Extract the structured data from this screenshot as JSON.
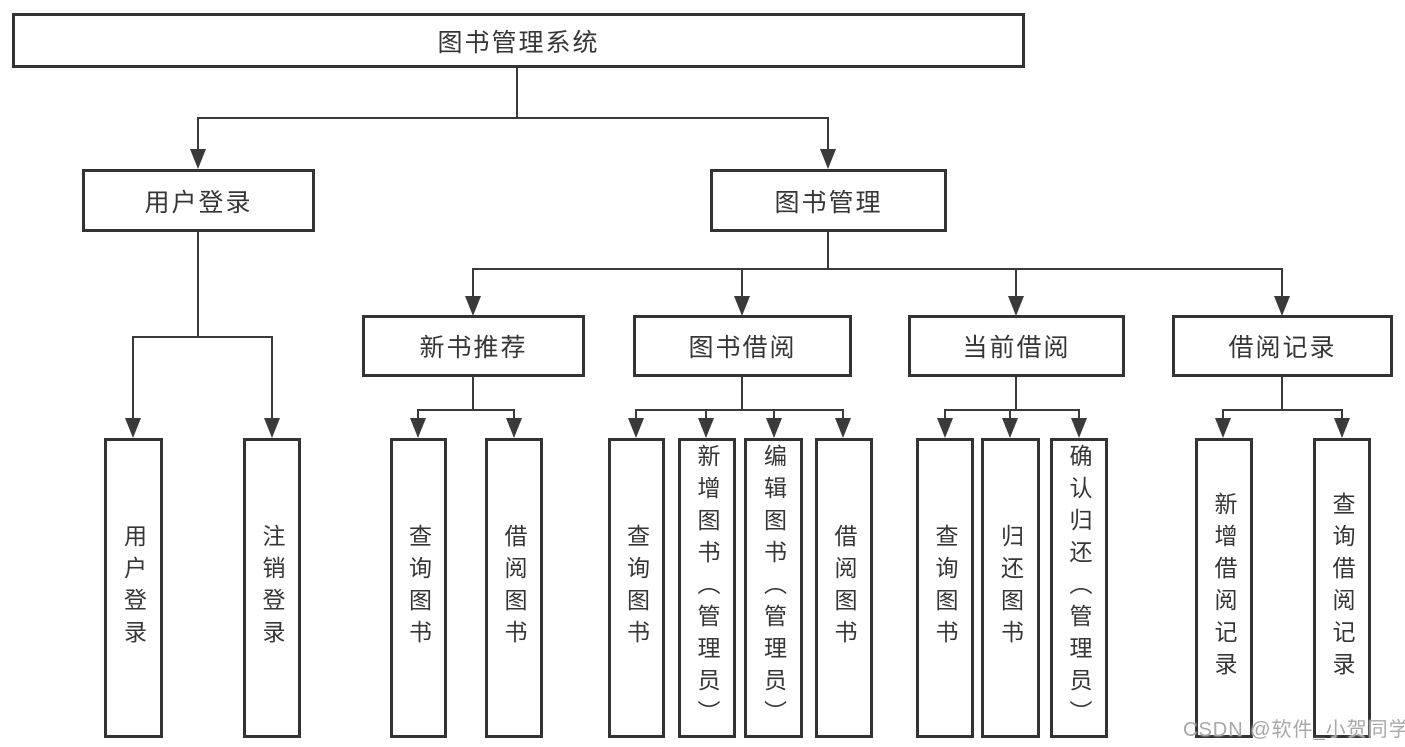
{
  "diagram": {
    "root": {
      "label": "图书管理系统"
    },
    "branches": [
      {
        "label": "用户登录",
        "children": [
          {
            "label": "用户登录"
          },
          {
            "label": "注销登录"
          }
        ]
      },
      {
        "label": "图书管理",
        "children": [
          {
            "label": "新书推荐",
            "children": [
              {
                "label": "查询图书"
              },
              {
                "label": "借阅图书"
              }
            ]
          },
          {
            "label": "图书借阅",
            "children": [
              {
                "label": "查询图书"
              },
              {
                "label": "新增图书（管理员）"
              },
              {
                "label": "编辑图书（管理员）"
              },
              {
                "label": "借阅图书"
              }
            ]
          },
          {
            "label": "当前借阅",
            "children": [
              {
                "label": "查询图书"
              },
              {
                "label": "归还图书"
              },
              {
                "label": "确认归还（管理员）"
              }
            ]
          },
          {
            "label": "借阅记录",
            "children": [
              {
                "label": "新增借阅记录"
              },
              {
                "label": "查询借阅记录"
              }
            ]
          }
        ]
      }
    ]
  },
  "watermark": {
    "text": "CSDN @软件_小贺同学"
  },
  "colors": {
    "background": "#ffffff",
    "box_border": "#333333",
    "connector_line": "#3a3a3a",
    "text": "#363636",
    "watermark": "#a8a8a8"
  }
}
